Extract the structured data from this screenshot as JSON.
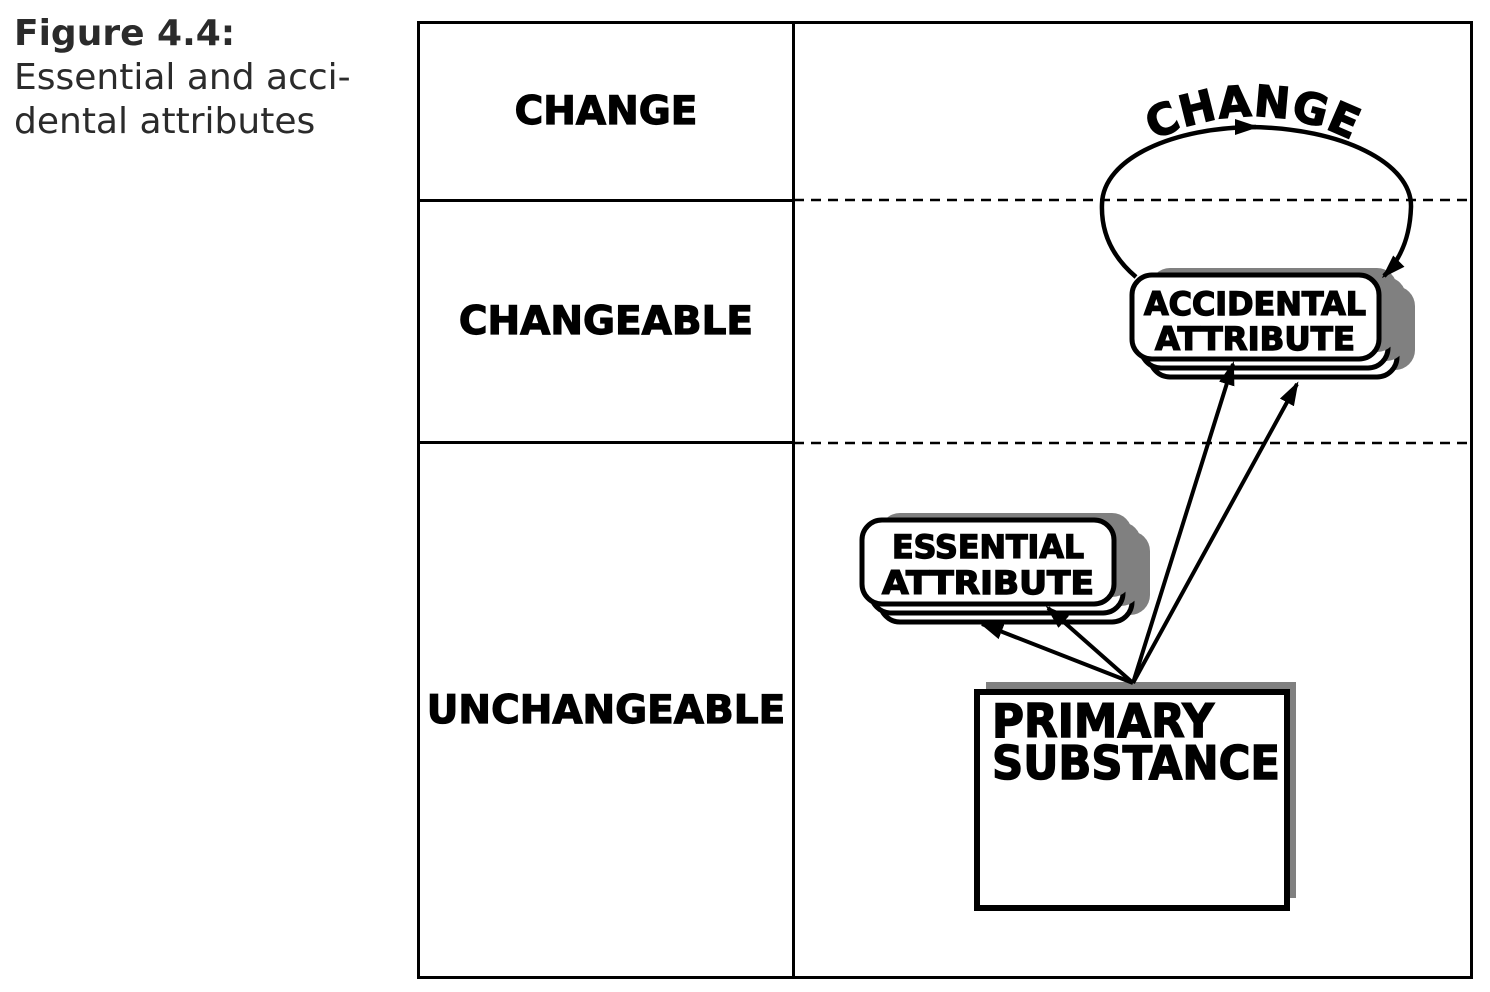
{
  "caption": {
    "title": "Figure 4.4:",
    "line1": "Essential and acci-",
    "line2": "dental attributes"
  },
  "table": {
    "rows": [
      {
        "label": "CHANGE"
      },
      {
        "label": "CHANGEABLE"
      },
      {
        "label": "UNCHANGEABLE"
      }
    ]
  },
  "diagram": {
    "cycle_label": "CHANGE",
    "accidental_box": {
      "line1": "ACCIDENTAL",
      "line2": "ATTRIBUTE"
    },
    "essential_box": {
      "line1": "ESSENTIAL",
      "line2": "ATTRIBUTE"
    },
    "primary_box": {
      "line1": "PRIMARY",
      "line2": "SUBSTANCE"
    },
    "colors": {
      "ink": "#000000",
      "shadow": "#808080",
      "paper": "#ffffff",
      "caption_text": "#2b2b2b"
    }
  }
}
